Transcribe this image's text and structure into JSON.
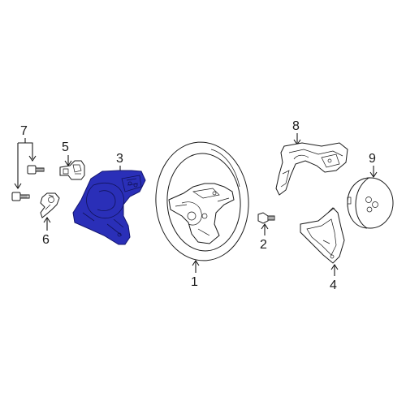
{
  "diagram": {
    "highlight_color": "#2a2fb8",
    "callouts": [
      {
        "id": "1",
        "text": "1",
        "part": "steering-wheel"
      },
      {
        "id": "2",
        "text": "2",
        "part": "bolt"
      },
      {
        "id": "3",
        "text": "3",
        "part": "switch-cover",
        "highlighted": true
      },
      {
        "id": "4",
        "text": "4",
        "part": "lower-trim-cover"
      },
      {
        "id": "5",
        "text": "5",
        "part": "clip"
      },
      {
        "id": "6",
        "text": "6",
        "part": "bracket"
      },
      {
        "id": "7",
        "text": "7",
        "part": "screws"
      },
      {
        "id": "8",
        "text": "8",
        "part": "switch-assembly"
      },
      {
        "id": "9",
        "text": "9",
        "part": "horn-pad"
      }
    ]
  }
}
